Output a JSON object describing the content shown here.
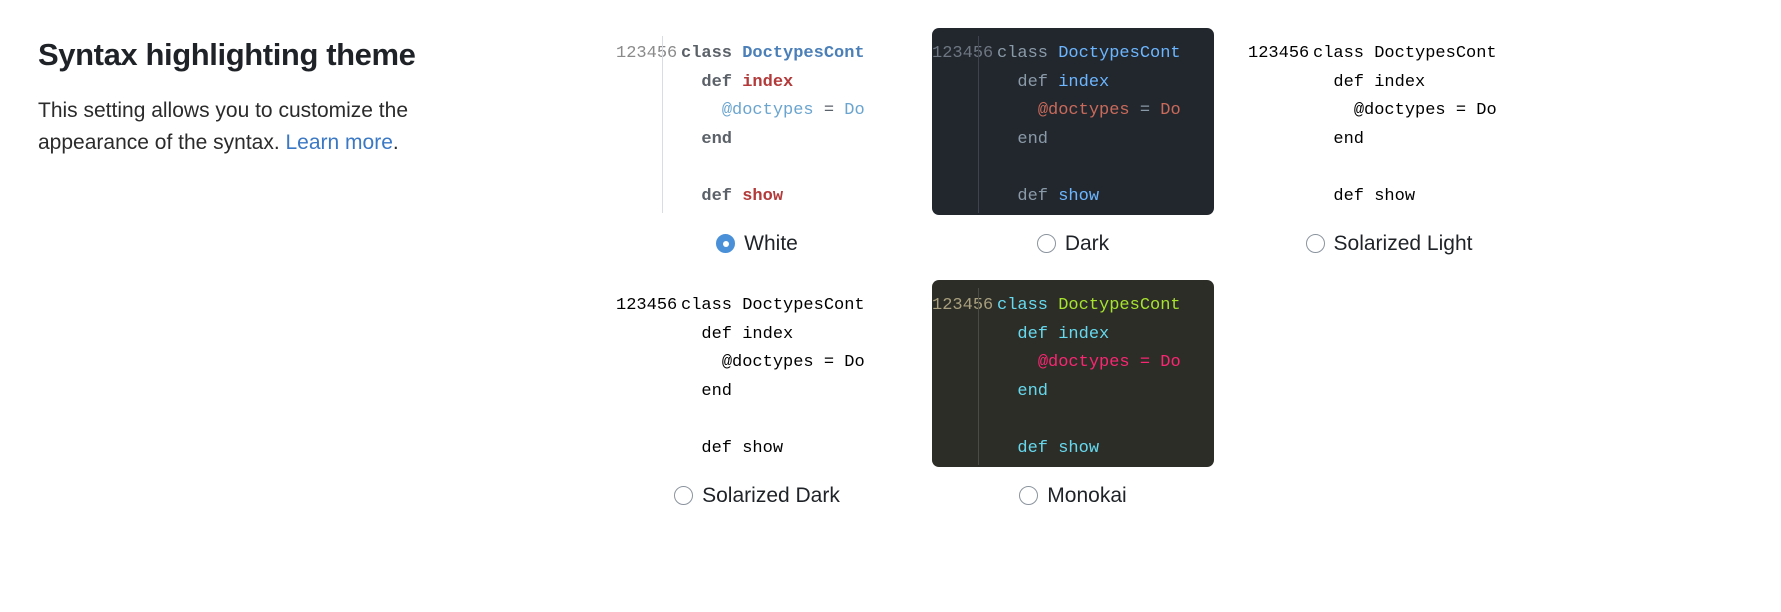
{
  "setting": {
    "title": "Syntax highlighting theme",
    "description_before": "This setting allows you to customize the appearance of the syntax. ",
    "link_label": "Learn more",
    "description_after": ".",
    "link_color": "#3b78c4"
  },
  "code_sample": {
    "language": "ruby",
    "line_numbers": [
      "1",
      "2",
      "3",
      "4",
      "5",
      "6"
    ],
    "lines": [
      {
        "tokens": [
          {
            "text": "class ",
            "type": "keyword"
          },
          {
            "text": "DoctypesCont",
            "type": "class"
          }
        ]
      },
      {
        "tokens": [
          {
            "text": "  def ",
            "type": "keyword"
          },
          {
            "text": "index",
            "type": "function"
          }
        ]
      },
      {
        "tokens": [
          {
            "text": "    ",
            "type": "plain"
          },
          {
            "text": "@doctypes",
            "type": "ivar"
          },
          {
            "text": " = ",
            "type": "operator"
          },
          {
            "text": "Do",
            "type": "ivar"
          }
        ]
      },
      {
        "tokens": [
          {
            "text": "  end",
            "type": "keyword"
          }
        ]
      },
      {
        "tokens": []
      },
      {
        "tokens": [
          {
            "text": "  def ",
            "type": "keyword"
          },
          {
            "text": "show",
            "type": "function"
          }
        ]
      }
    ]
  },
  "themes": [
    {
      "id": "white",
      "label": "White",
      "selected": true,
      "background": "#ffffff"
    },
    {
      "id": "dark",
      "label": "Dark",
      "selected": false,
      "background": "#22272e"
    },
    {
      "id": "solarized-light",
      "label": "Solarized Light",
      "selected": false,
      "background": "#fdf6e3"
    },
    {
      "id": "solarized-dark",
      "label": "Solarized Dark",
      "selected": false,
      "background": "#0d2b33"
    },
    {
      "id": "monokai",
      "label": "Monokai",
      "selected": false,
      "background": "#2c2d27"
    }
  ],
  "accent_color": "#4a90d9"
}
